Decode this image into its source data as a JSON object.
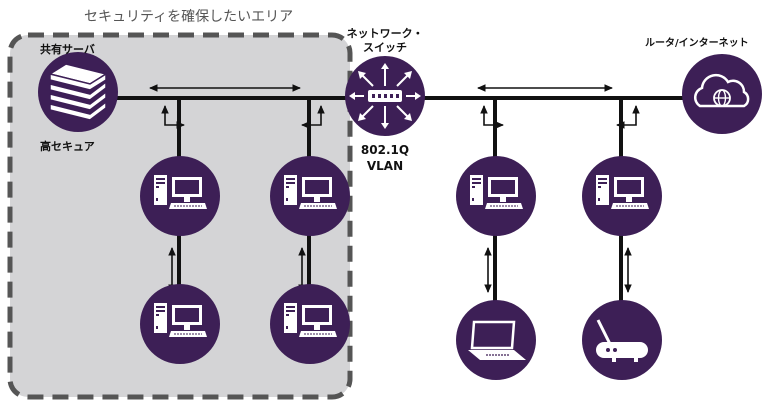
{
  "secure_area_title": "セキュリティを確保したいエリア",
  "shared_server": {
    "label": "共有サーバ",
    "sublabel": "高セキュア"
  },
  "switch": {
    "label_line1": "ネットワーク・",
    "label_line2": "スイッチ"
  },
  "vlan": {
    "line1": "802.1Q",
    "line2": "VLAN"
  },
  "router": {
    "label": "ルータ/インターネット"
  },
  "colors": {
    "purple": "#3d1f56",
    "area_fill": "#d4d4d6",
    "area_border": "#555555",
    "line": "#111111"
  },
  "icons": [
    "server-stack-icon",
    "network-switch-icon",
    "cloud-globe-icon",
    "desktop-pc-icon",
    "laptop-icon",
    "wifi-router-icon"
  ]
}
